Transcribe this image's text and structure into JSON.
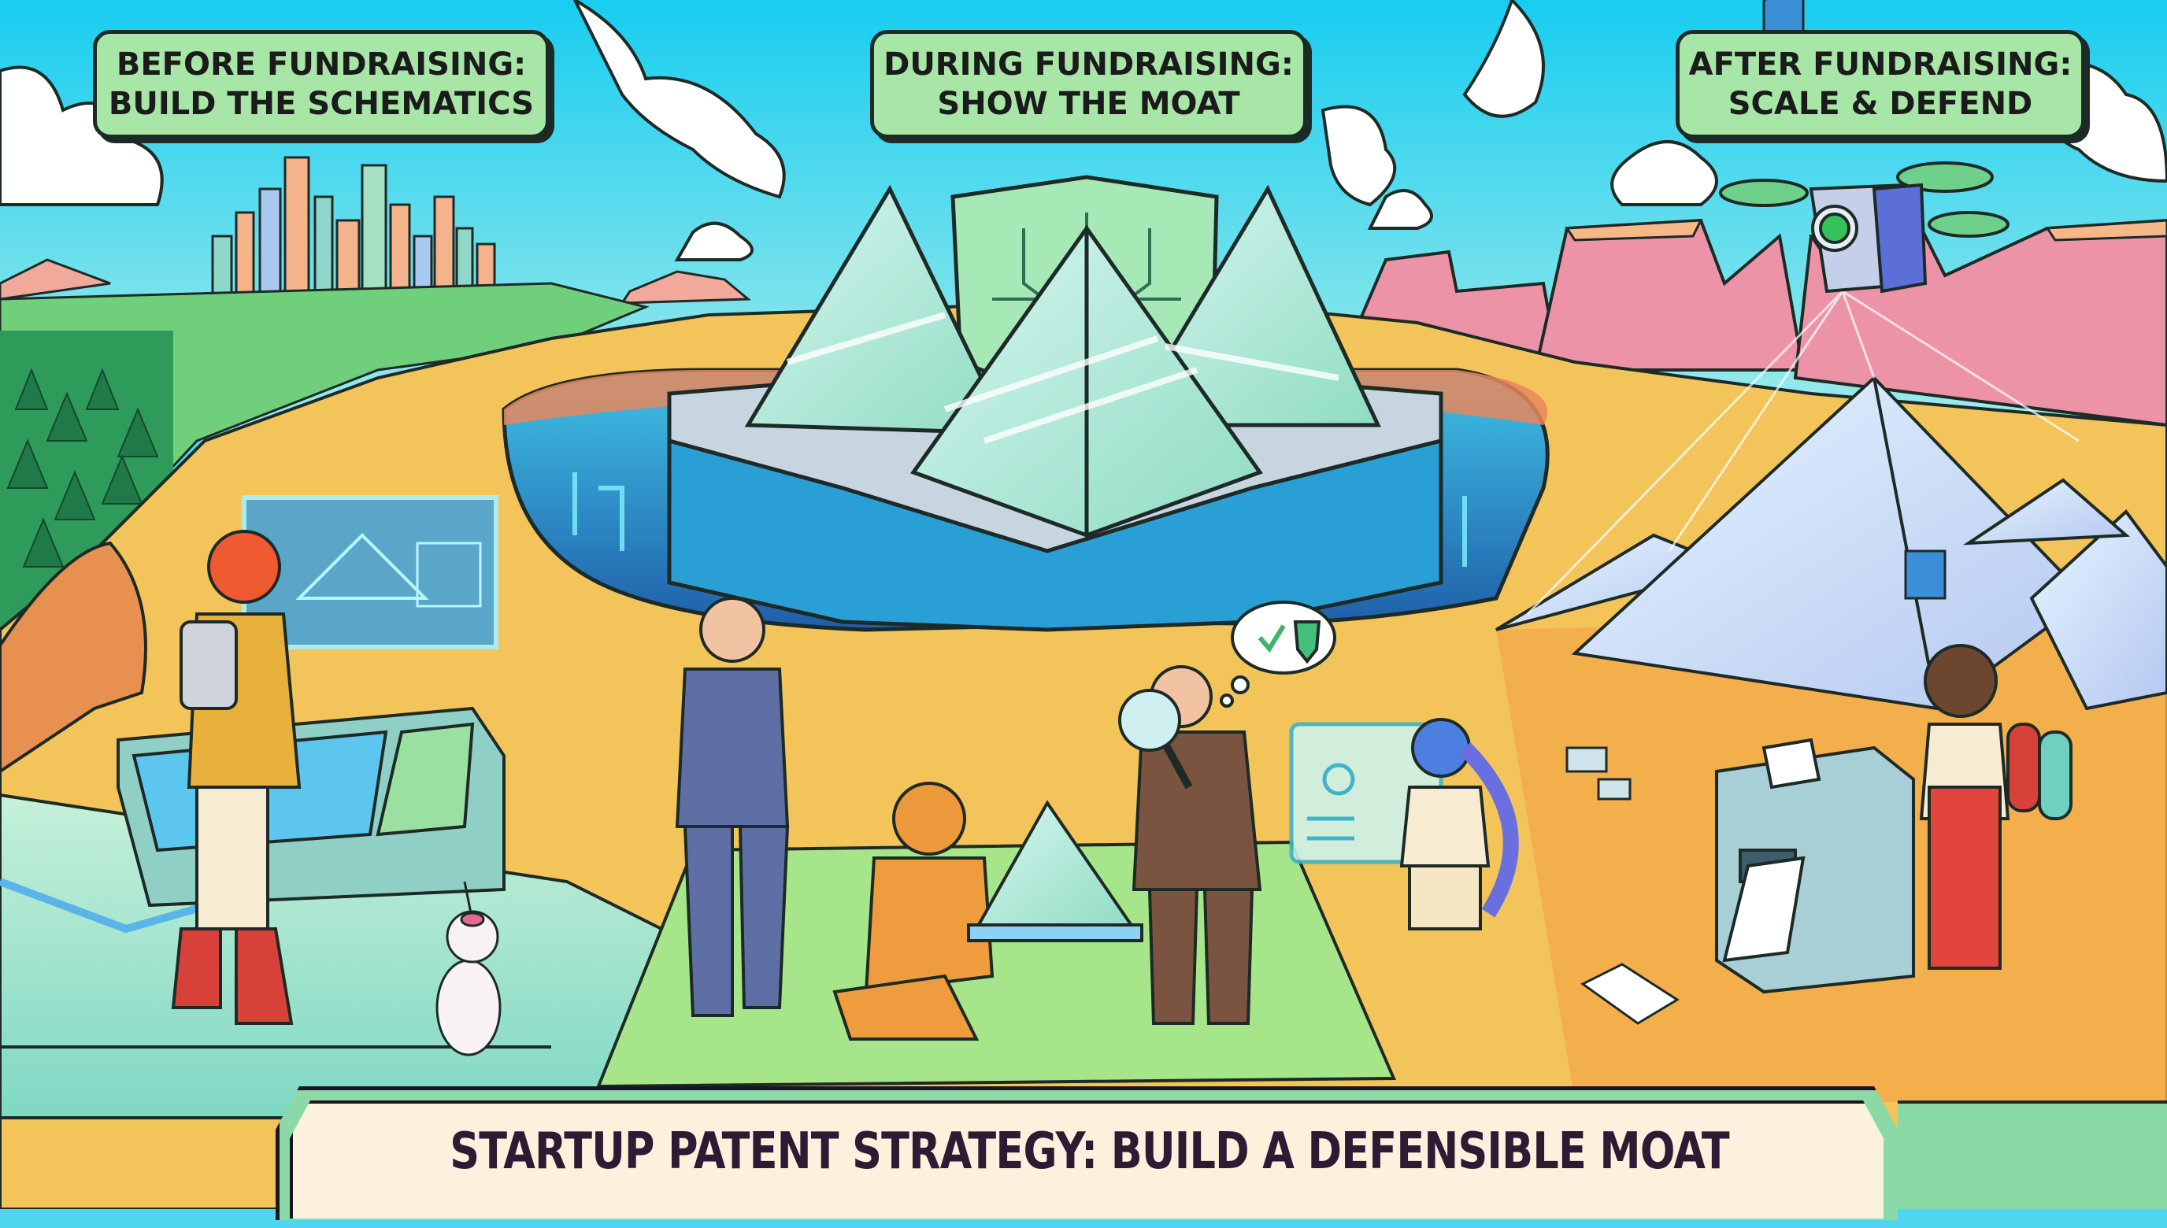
{
  "title": "Startup Patent Strategy: Build a Defensible Moat",
  "banner": {
    "text": "STARTUP PATENT STRATEGY: BUILD A DEFENSIBLE MOAT"
  },
  "phases": [
    {
      "line1": "BEFORE FUNDRAISING:",
      "line2": "BUILD THE SCHEMATICS"
    },
    {
      "line1": "DURING FUNDRAISING:",
      "line2": "SHOW THE MOAT"
    },
    {
      "line1": "AFTER FUNDRAISING:",
      "line2": "SCALE & DEFEND"
    }
  ],
  "scenes": {
    "before": [
      "city-skyline",
      "pine-forest",
      "blueprint-hologram",
      "engineer-at-console",
      "robot-cat"
    ],
    "during": [
      "crystal-pyramid-fortress",
      "moat-trench",
      "investor-with-glasses",
      "kneeling-inventor-with-pyramid",
      "analyst-with-magnifier",
      "thought-bubble-check-shield"
    ],
    "after": [
      "surveillance-drone",
      "crystal-pyramid-range",
      "dashboard-hologram",
      "patent-printer",
      "patent-certificates"
    ]
  },
  "colors": {
    "sky": "#4fd6ee",
    "sand": "#f2c45a",
    "label_bg": "#a8e6a8",
    "banner_bg": "#fbf1dc",
    "banner_border": "#8ad9a6",
    "banner_text": "#2e1a33",
    "moat_water": "#2f8fcf",
    "crystal": "#b8ecdf",
    "mesa": "#e98fa3"
  }
}
